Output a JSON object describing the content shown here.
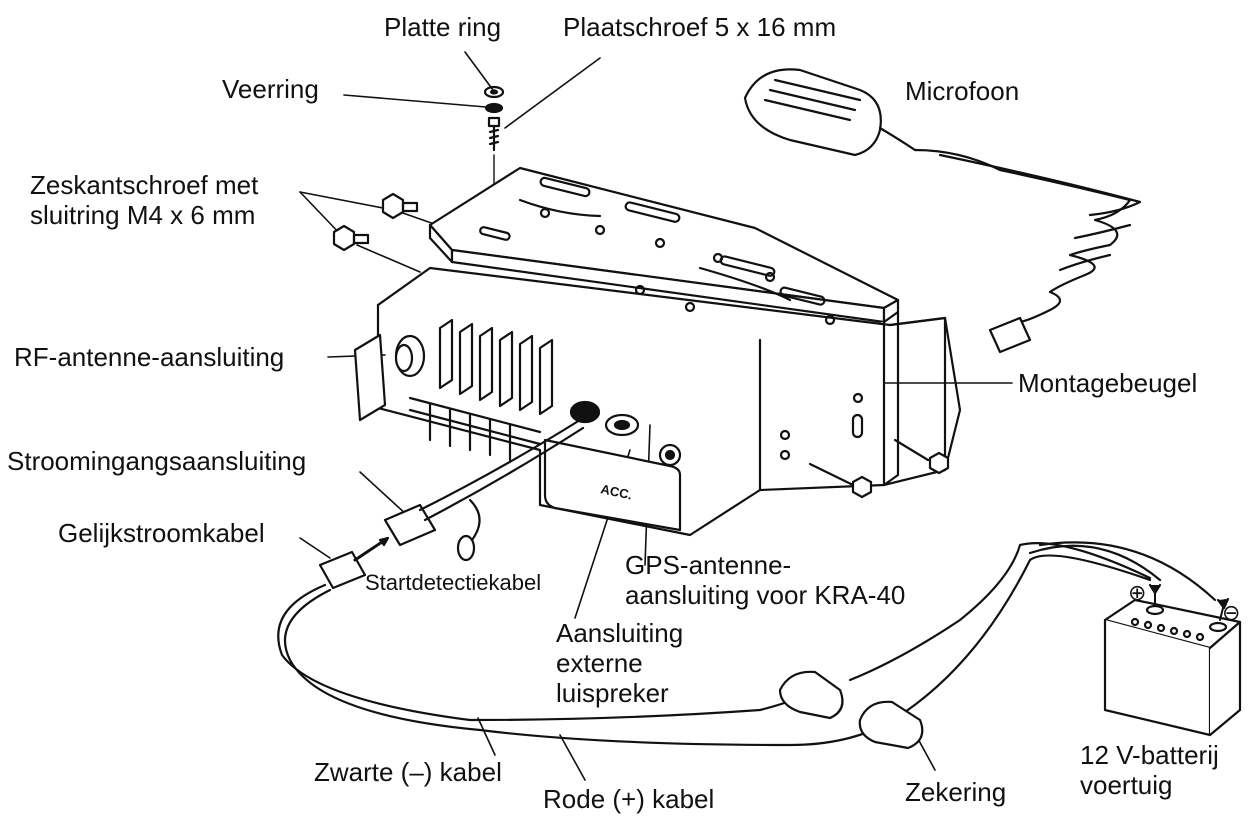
{
  "labels": {
    "platte_ring": "Platte ring",
    "plaatschroef": "Plaatschroef 5 x 16 mm",
    "veerring": "Veerring",
    "microfoon": "Microfoon",
    "zeskantschroef": "Zeskantschroef met\nsluitring M4 x 6 mm",
    "rf_antenne": "RF-antenne-aansluiting",
    "montagebeugel": "Montagebeugel",
    "stroomingang": "Stroomingangsaansluiting",
    "gelijkstroomkabel": "Gelijkstroomkabel",
    "startdetectie": "Startdetectiekabel",
    "gps_antenne": "GPS-antenne-\naansluiting voor KRA-40",
    "externe_luidspreker": "Aansluiting\nexterne\nluispreker",
    "zwarte_kabel": "Zwarte (–) kabel",
    "rode_kabel": "Rode (+) kabel",
    "zekering": "Zekering",
    "batterij": "12 V-batterij\nvoertuig",
    "acc": "ACC.",
    "plus": "⊕",
    "minus": "⊖"
  }
}
